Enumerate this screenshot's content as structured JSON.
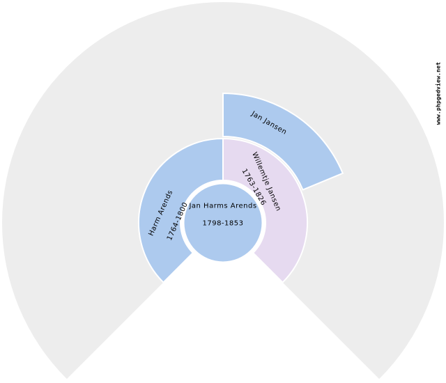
{
  "colors": {
    "male_fill": "#ADCAEE",
    "female_fill": "#E6DAF0",
    "empty_fill": "#EDEDED",
    "border": "#FFFFFF",
    "text": "#000000",
    "watermark": "#4A3333",
    "background": "#FFFFFF"
  },
  "watermark": {
    "text": "www.phpgedview.net"
  },
  "chart_data": {
    "type": "fan",
    "subtype": "genealogy-ancestor-fan-chart",
    "fan_angle_degrees": 270,
    "rings_visible": 3,
    "legend_position": "none",
    "grid": false,
    "segments": [
      {
        "id": "proband",
        "name": "Jan Harms Arends",
        "dates": "1798-1853",
        "generation": 1,
        "sex": "male",
        "position": "center-circle"
      },
      {
        "id": "father",
        "name": "Harm Arends",
        "dates": "1764-1800",
        "generation": 2,
        "sex": "male",
        "position": "inner-ring-left",
        "angle_span_deg": [
          90,
          225
        ]
      },
      {
        "id": "mother",
        "name": "Willemtje Jansen",
        "dates": "1763-1826",
        "generation": 2,
        "sex": "female",
        "position": "inner-ring-right",
        "angle_span_deg": [
          -45,
          90
        ]
      },
      {
        "id": "maternal-grandfather",
        "name": "Jan Jansen",
        "dates": "",
        "generation": 3,
        "sex": "male",
        "position": "outer-ring-upper-right",
        "angle_span_deg": [
          22.5,
          90
        ]
      }
    ],
    "empty_ancestor_positions": "gray"
  }
}
